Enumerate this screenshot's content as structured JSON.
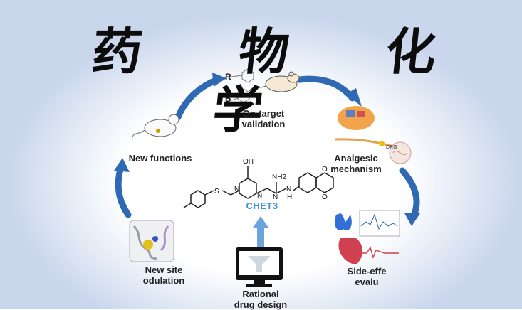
{
  "title": "药 物 化 学",
  "compound": "CHET3",
  "stages": [
    {
      "label": "On-target\nvalidation"
    },
    {
      "label": "Analgesic\nmechanism"
    },
    {
      "label": "Side-effe\nevalu"
    },
    {
      "label": "Rational\ndrug design"
    },
    {
      "label": "New site\nodulation"
    },
    {
      "label": "New functions"
    }
  ],
  "molecule": {
    "oh": "OH",
    "nh2": "NH2",
    "n": "N",
    "h": "H",
    "s": "S",
    "o": "O",
    "r": "R"
  },
  "inset_labels": {
    "drg": "DRG"
  },
  "colors": {
    "arrow": "#2f69b4",
    "arrow_light": "#6aa3dd",
    "chet3": "#3f8fd6"
  }
}
